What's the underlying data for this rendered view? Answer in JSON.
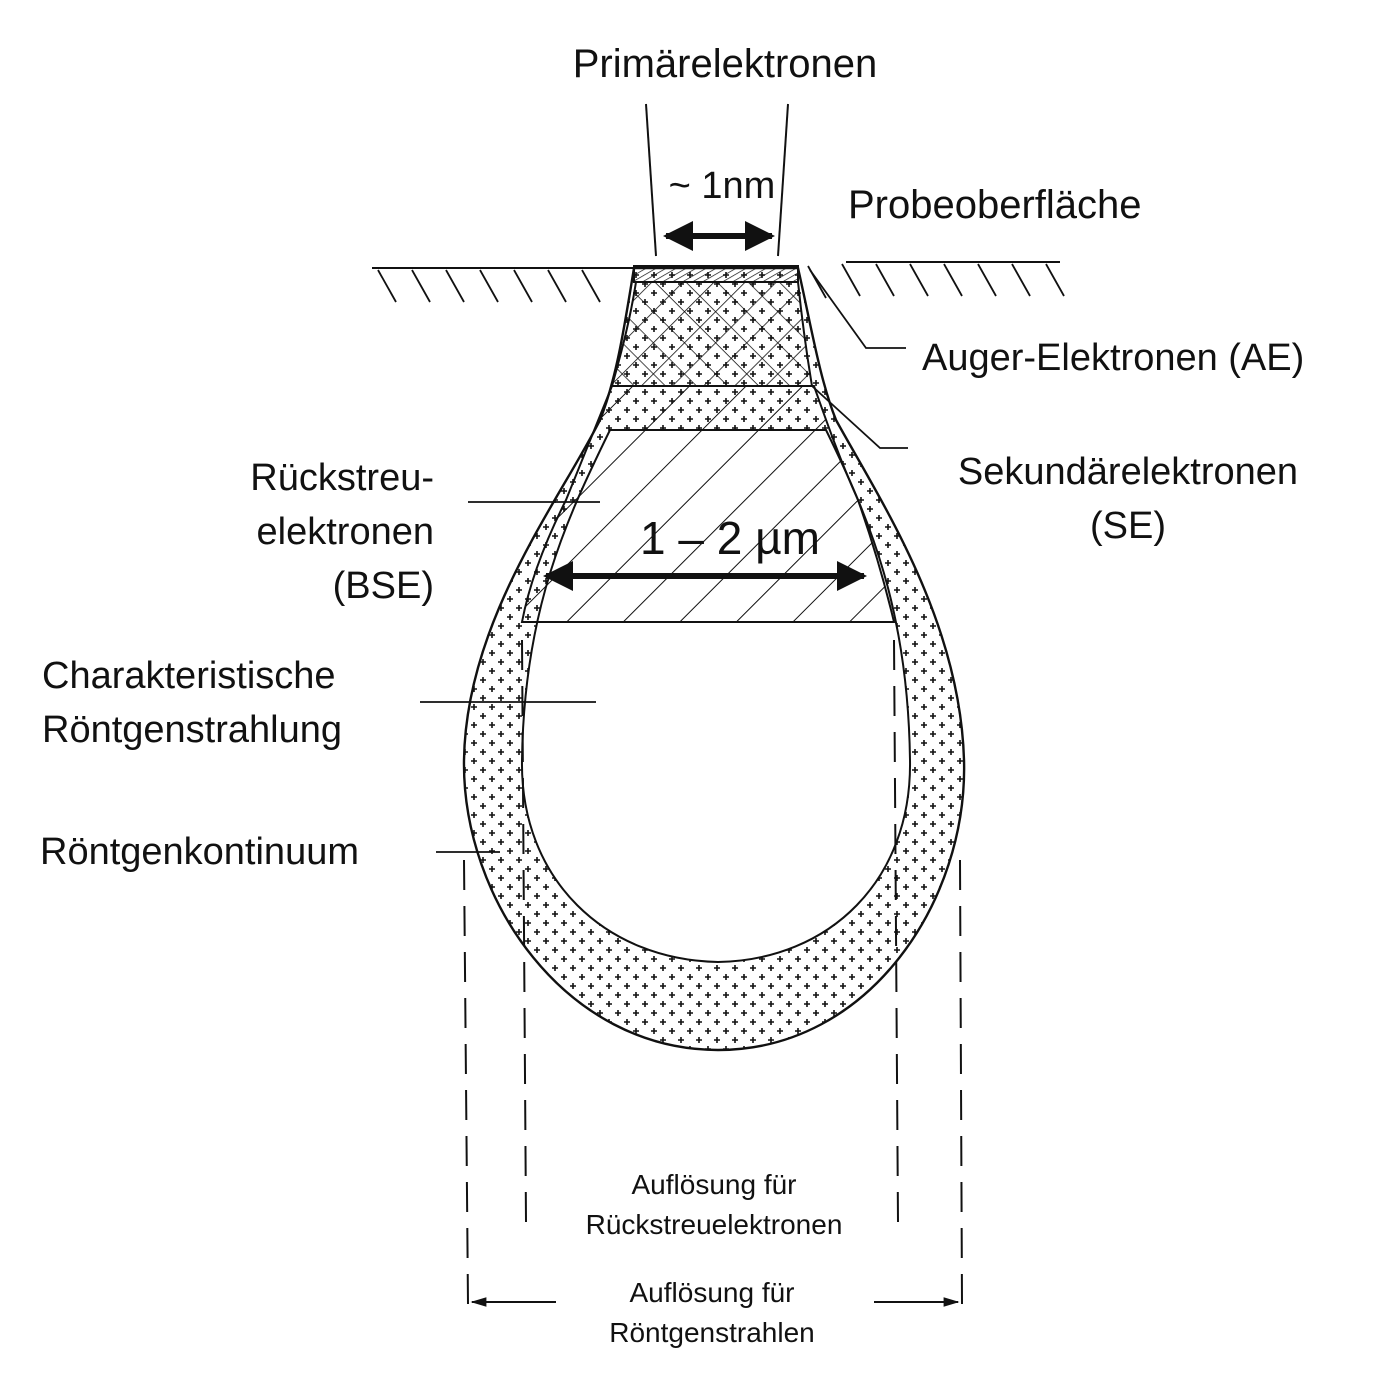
{
  "labels": {
    "primary": "Primärelektronen",
    "beam_width": "~ 1nm",
    "surface": "Probeoberfläche",
    "auger": "Auger-Elektronen (AE)",
    "se_line1": "Sekundärelektronen",
    "se_line2": "(SE)",
    "bse_line1": "Rückstreu-",
    "bse_line2": "elektronen",
    "bse_line3": "(BSE)",
    "char_line1": "Charakteristische",
    "char_line2": "Röntgenstrahlung",
    "continuum": "Röntgenkontinuum",
    "range": "1 – 2 µm",
    "res_bse_line1": "Auflösung für",
    "res_bse_line2": "Rückstreuelektronen",
    "res_xray_line1": "Auflösung für",
    "res_xray_line2": "Röntgenstrahlen"
  },
  "colors": {
    "ink": "#111111",
    "background": "#ffffff"
  }
}
